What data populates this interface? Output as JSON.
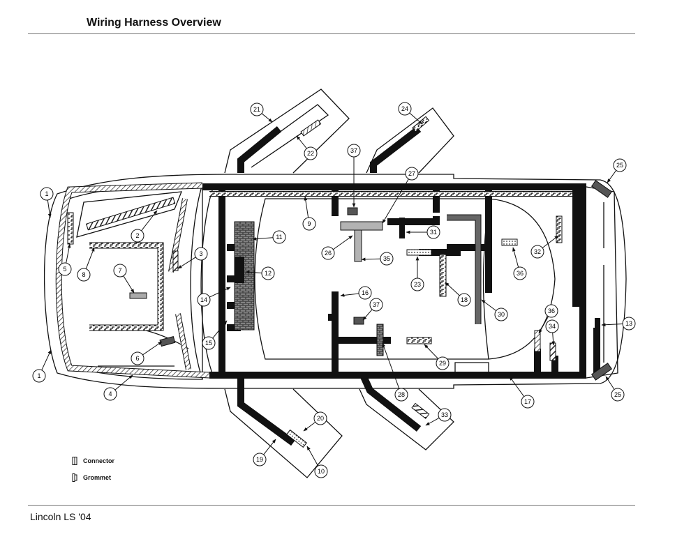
{
  "header": {
    "title": "Wiring Harness Overview"
  },
  "footer": {
    "text": "Lincoln LS '04"
  },
  "legend": {
    "items": [
      {
        "icon": "connector-icon",
        "label": "Connector"
      },
      {
        "icon": "grommet-icon",
        "label": "Grommet"
      }
    ]
  },
  "callouts": [
    "1",
    "1",
    "2",
    "3",
    "4",
    "5",
    "6",
    "7",
    "8",
    "9",
    "10",
    "11",
    "12",
    "13",
    "14",
    "15",
    "16",
    "17",
    "18",
    "19",
    "20",
    "21",
    "22",
    "23",
    "24",
    "25",
    "25",
    "26",
    "27",
    "28",
    "29",
    "30",
    "31",
    "32",
    "33",
    "34",
    "35",
    "36",
    "36",
    "37",
    "37"
  ],
  "colors": {
    "harness_gray": "#b3b3b3",
    "line": "#111111"
  }
}
